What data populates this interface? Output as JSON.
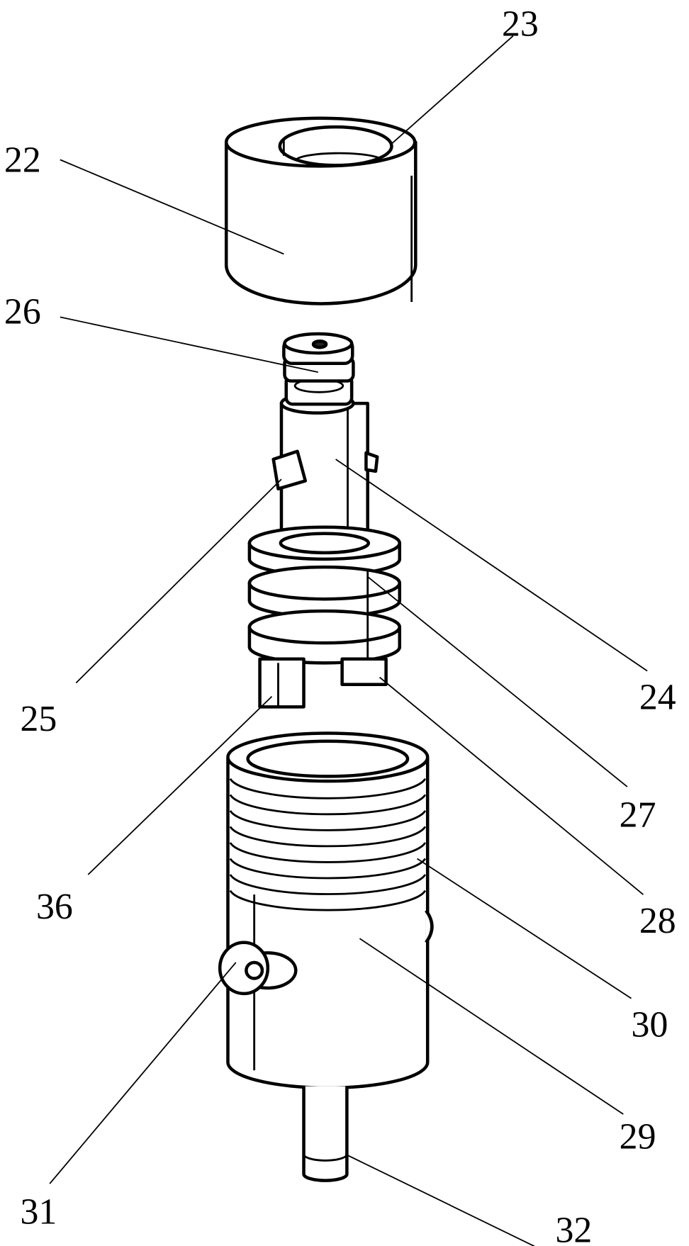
{
  "figure": {
    "labels": {
      "l22": "22",
      "l23": "23",
      "l26": "26",
      "l25": "25",
      "l24": "24",
      "l27": "27",
      "l28": "28",
      "l36": "36",
      "l30": "30",
      "l29": "29",
      "l31": "31",
      "l32": "32"
    }
  }
}
